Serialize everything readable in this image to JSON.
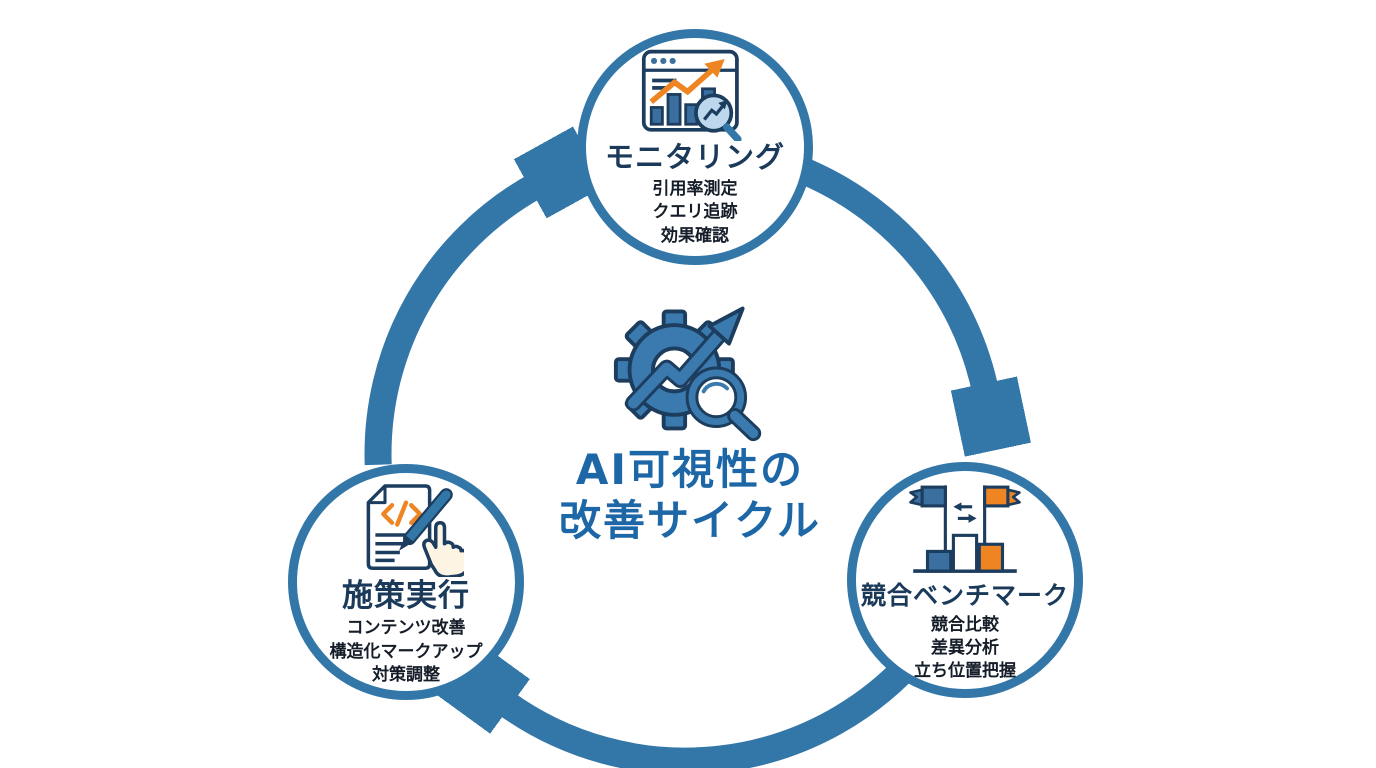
{
  "title": {
    "line1": "AI可視性の",
    "line2": "改善サイクル"
  },
  "nodes": [
    {
      "id": "monitoring",
      "title": "モニタリング",
      "items": [
        "引用率測定",
        "クエリ追跡",
        "効果確認"
      ],
      "icon": "analytics-dashboard-magnifier-icon"
    },
    {
      "id": "benchmark",
      "title": "競合ベンチマーク",
      "items": [
        "競合比較",
        "差異分析",
        "立ち位置把握"
      ],
      "icon": "competitor-flags-podium-icon"
    },
    {
      "id": "execution",
      "title": "施策実行",
      "items": [
        "コンテンツ改善",
        "構造化マークアップ",
        "対策調整"
      ],
      "icon": "document-code-pen-hand-icon"
    }
  ],
  "icons": {
    "center": "gear-growth-arrow-magnifier-icon",
    "cycle_arrows": [
      "arrow-monitoring-to-benchmark",
      "arrow-benchmark-to-execution",
      "arrow-execution-to-monitoring"
    ]
  },
  "colors": {
    "blue": "#3377A9",
    "gear": "#3B7AAE",
    "navy": "#1C3D5E",
    "orange": "#EE8522",
    "title-blue": "#1E67A7",
    "node-title": "#1B3A5A",
    "text": "#151D29",
    "bar-blue": "#3A6F9F",
    "magnifier-fill": "#BDD8ED",
    "hand": "#FDF4E3",
    "background": "#FFFFFF"
  }
}
